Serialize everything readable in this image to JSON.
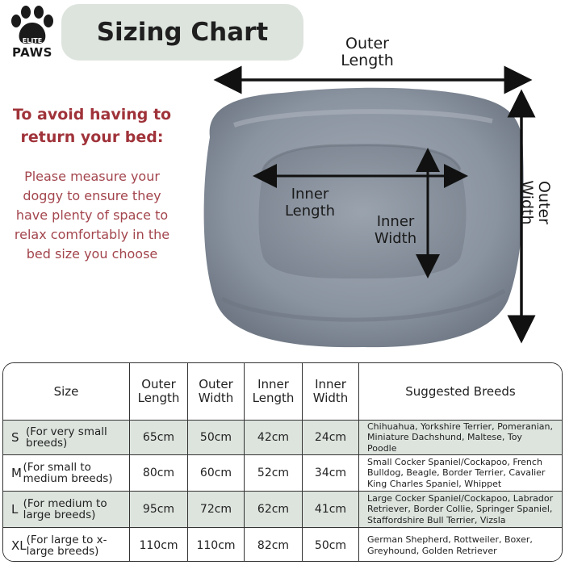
{
  "logo": {
    "badge": "ELITE",
    "brand": "PAWS"
  },
  "title": "Sizing Chart",
  "warning": "To avoid having to return your bed:",
  "description": "Please measure your doggy to ensure they have plenty of space to relax comfortably in the bed size you choose",
  "labels": {
    "outer_length": "Outer Length",
    "outer_width": "Outer Width",
    "inner_length": "Inner Length",
    "inner_width": "Inner Width"
  },
  "colors": {
    "title_bg": "#dde4de",
    "accent_red": "#a0333a",
    "bed_gray": "#8c96a3"
  },
  "table": {
    "headers": [
      "Size",
      "Outer Length",
      "Outer Width",
      "Inner Length",
      "Inner Width",
      "Suggested Breeds"
    ],
    "rows": [
      {
        "size": "S",
        "note": "(For very small breeds)",
        "outer_length": "65cm",
        "outer_width": "50cm",
        "inner_length": "42cm",
        "inner_width": "24cm",
        "breeds": "Chihuahua, Yorkshire Terrier, Pomeranian, Miniature Dachshund, Maltese, Toy Poodle"
      },
      {
        "size": "M",
        "note": "(For small to medium breeds)",
        "outer_length": "80cm",
        "outer_width": "60cm",
        "inner_length": "52cm",
        "inner_width": "34cm",
        "breeds": "Small Cocker Spaniel/Cockapoo, French Bulldog, Beagle, Border Terrier, Cavalier King Charles Spaniel, Whippet"
      },
      {
        "size": "L",
        "note": "(For medium to large breeds)",
        "outer_length": "95cm",
        "outer_width": "72cm",
        "inner_length": "62cm",
        "inner_width": "41cm",
        "breeds": "Large Cocker Spaniel/Cockapoo, Labrador Retriever, Border Collie, Springer Spaniel, Staffordshire Bull Terrier, Vizsla"
      },
      {
        "size": "XL",
        "note": "(For large to x-large breeds)",
        "outer_length": "110cm",
        "outer_width": "110cm",
        "inner_length": "82cm",
        "inner_width": "50cm",
        "breeds": "German Shepherd, Rottweiler, Boxer, Greyhound, Golden Retriever"
      }
    ]
  }
}
